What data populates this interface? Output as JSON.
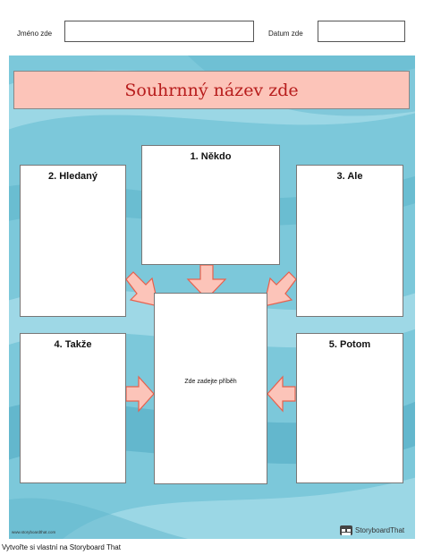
{
  "header": {
    "name_label": "Jméno zde",
    "date_label": "Datum zde"
  },
  "title": "Souhrnný název zde",
  "cards": {
    "someone": "1. Někdo",
    "wanted": "2. Hledaný",
    "but": "3. Ale",
    "so": "4. Takže",
    "then": "5. Potom"
  },
  "center": {
    "text": "Zde zadejte příběh"
  },
  "footer": {
    "url": "www.storyboardthat.com",
    "logo_text": "StoryboardThat",
    "caption": "Vytvořte si vlastní na Storyboard That"
  },
  "colors": {
    "background_blue": "#7cc8da",
    "title_fill": "#fcc4b9",
    "title_text": "#b71c1c",
    "arrow_fill": "#fcc4b9",
    "arrow_stroke": "#e8604c"
  },
  "icons": [
    "storyboardthat-logo-icon"
  ]
}
